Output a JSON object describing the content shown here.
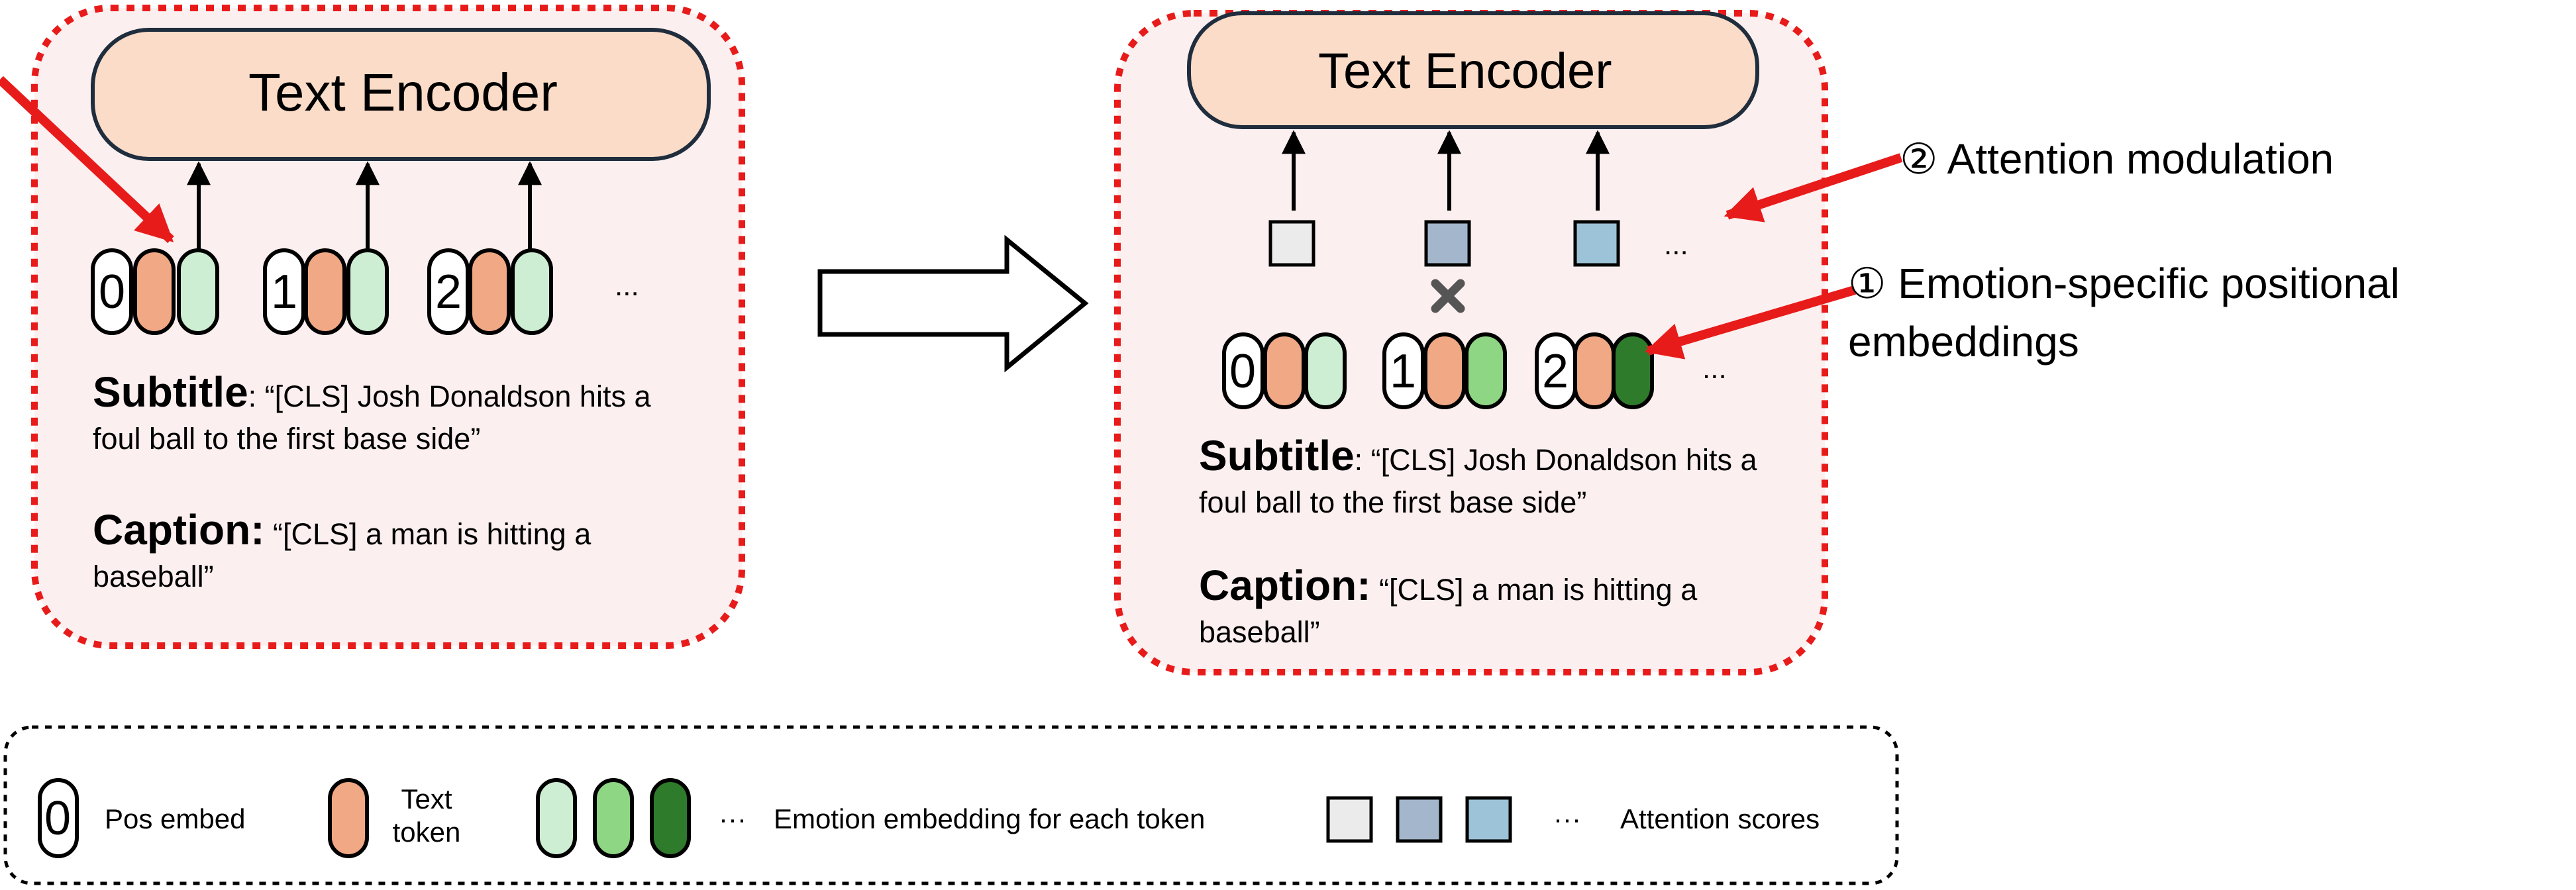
{
  "left_panel": {
    "encoder_label": "Text Encoder",
    "positions": [
      "0",
      "1",
      "2"
    ],
    "ellipsis": "...",
    "subtitle_label": "Subtitle",
    "subtitle_sep": ": ",
    "subtitle_text": "“[CLS] Josh Donaldson hits a foul ball to the first base side”",
    "caption_label": "Caption:",
    "caption_text": "“[CLS] a man is hitting a baseball”"
  },
  "right_panel": {
    "encoder_label": "Text Encoder",
    "positions": [
      "0",
      "1",
      "2"
    ],
    "ellipsis": "...",
    "subtitle_label": "Subtitle",
    "subtitle_sep": ": ",
    "subtitle_text": "“[CLS] Josh Donaldson hits a foul ball to the first base side”",
    "caption_label": "Caption:",
    "caption_text": "“[CLS] a man is hitting a baseball”"
  },
  "annotations": {
    "attention": "② Attention modulation",
    "positional": "① Emotion-specific positional embeddings"
  },
  "legend": {
    "pos_digit": "0",
    "pos_label": "Pos embed",
    "text_token_label": "Text token",
    "emotion_label": "Emotion embedding for each token",
    "attention_label": "Attention scores",
    "ellipsis": "···"
  },
  "colors": {
    "panel_fill": "#fcefef",
    "panel_border": "#e81b1b",
    "encoder_fill": "#fbdcc8",
    "text_token": "#f0a885",
    "emotion_light": "#cdeed3",
    "emotion_mid": "#8fd684",
    "emotion_dark": "#2f7b2c",
    "attn_gray": "#ebebeb",
    "attn_steel": "#a3b6cc",
    "attn_blue": "#9dc3d8",
    "arrow_red": "#e81b1b"
  }
}
